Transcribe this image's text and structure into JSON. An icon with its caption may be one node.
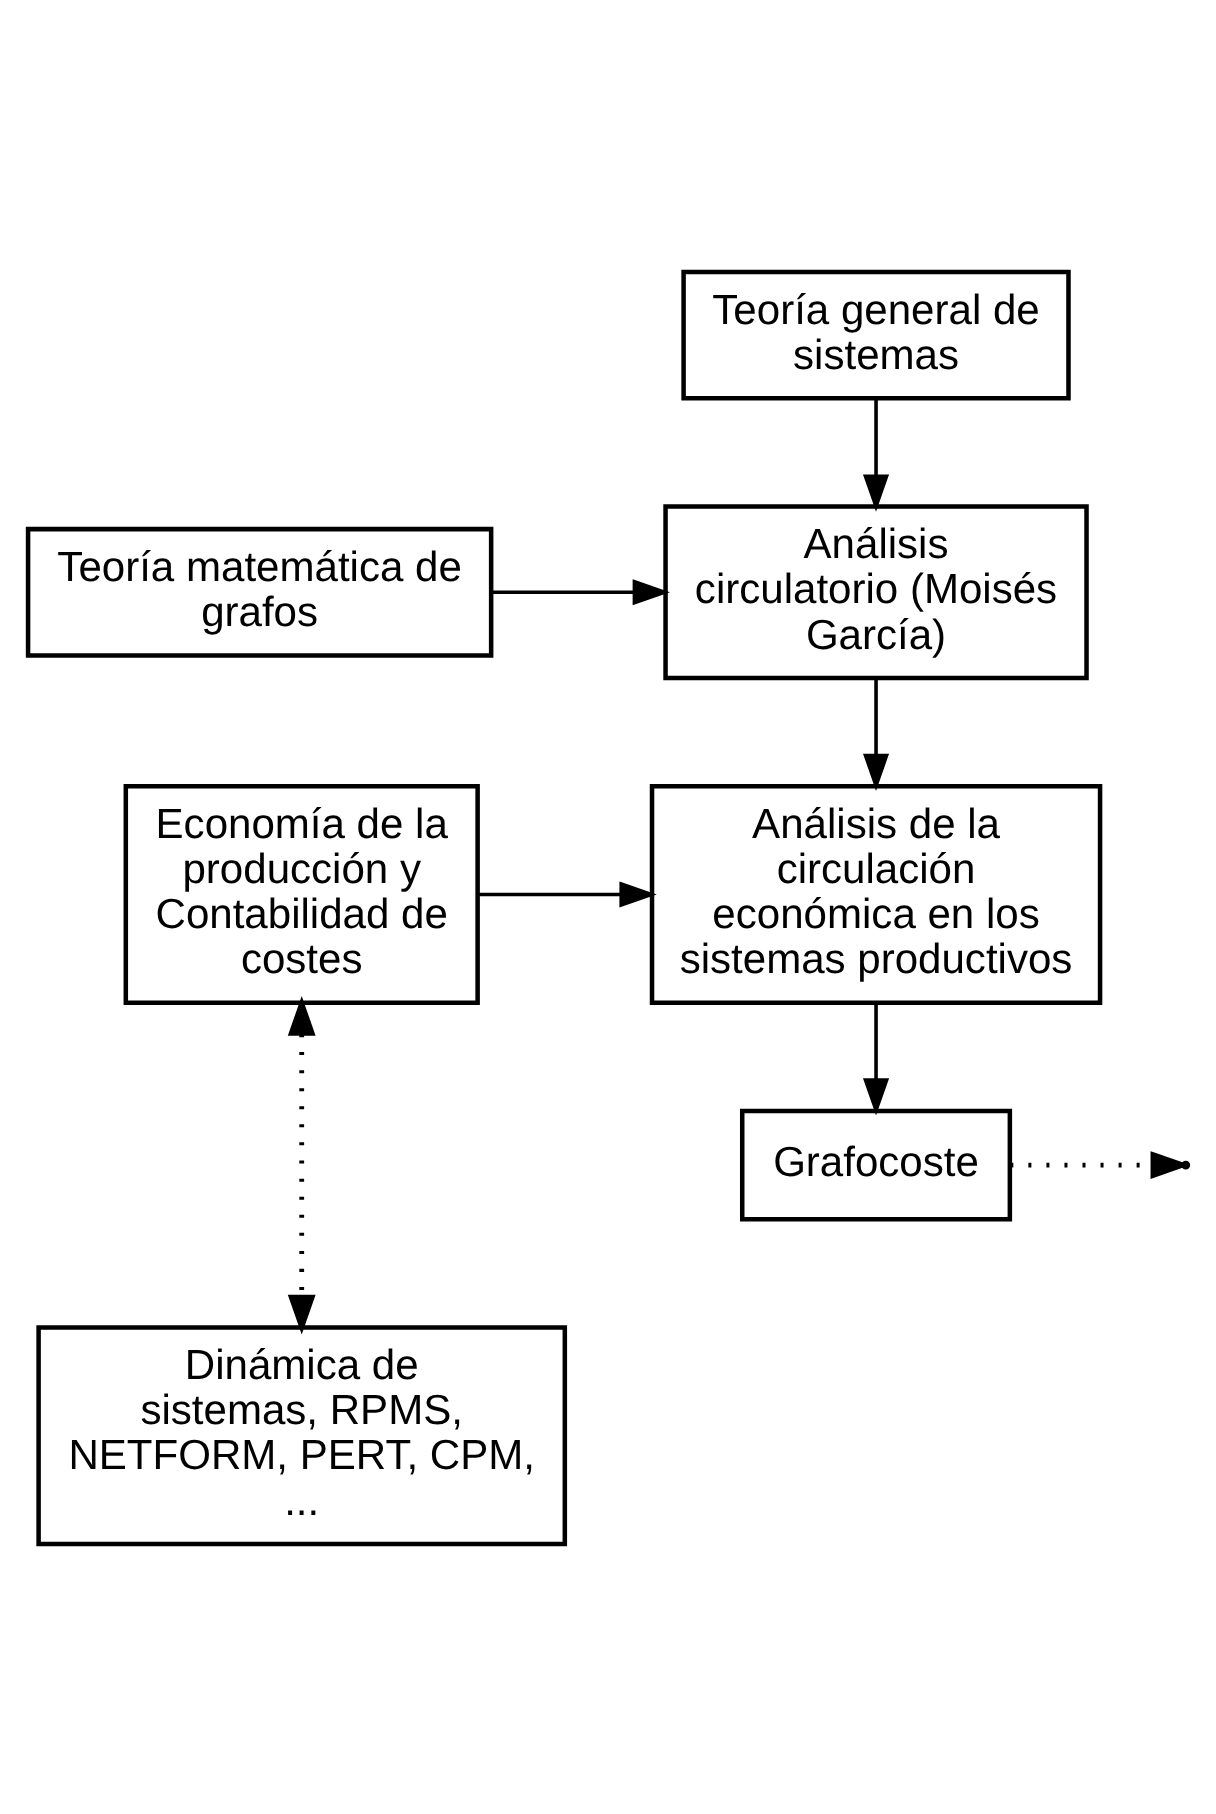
{
  "diagram": {
    "nodes": [
      {
        "text": [
          "Teoría general de sistemas"
        ]
      },
      {
        "text": [
          "Teoría matemática de grafos"
        ]
      },
      {
        "text": [
          "Análisis circulatorio (Moisés García)"
        ]
      },
      {
        "text": [
          "Economía de la producción y Contabilidad de costes"
        ]
      },
      {
        "text": [
          "Análisis de la circulación económica en los sistemas productivos"
        ]
      },
      {
        "text": [
          "Grafocoste"
        ]
      },
      {
        "text": [
          "Dinámica de sistemas, RPMS, NETFORM, PERT, CPM, ..."
        ]
      }
    ],
    "edges": [
      {
        "from": 0,
        "to": 2,
        "arrow": "to"
      },
      {
        "from": 1,
        "to": 2,
        "arrow": "to"
      },
      {
        "from": 2,
        "to": 4,
        "arrow": "to"
      },
      {
        "from": 3,
        "to": 4,
        "arrow": "to"
      },
      {
        "from": 4,
        "to": 5,
        "arrow": "to"
      },
      {
        "from": 3,
        "to": 6,
        "arrow": "both",
        "style": "dashed"
      },
      {
        "from": 5,
        "to": null,
        "arrow": "to",
        "style": "dashed"
      }
    ]
  }
}
